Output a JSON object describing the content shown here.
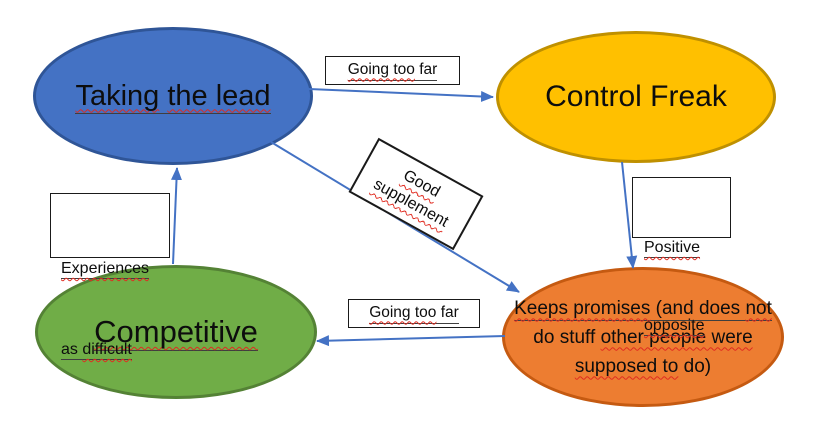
{
  "theme": {
    "background": "#ffffff",
    "arrow": "#4472c4",
    "box_background": "#ffffff",
    "box_border": "#1a1a1a",
    "squiggle": "#e02b20",
    "underline": "#3f3f3f"
  },
  "nodes": {
    "taking_the_lead": {
      "label": "Taking the lead",
      "fill": "#4472c4",
      "stroke": "#2f5597",
      "parts": [
        {
          "t": "Taking",
          "sq": true
        },
        {
          "t": " ",
          "sq": false
        },
        {
          "t": "the lead",
          "sq": true
        }
      ]
    },
    "control_freak": {
      "label": "Control Freak",
      "fill": "#ffc000",
      "stroke": "#bf9000",
      "parts": [
        {
          "t": "Control Freak",
          "sq": false
        }
      ]
    },
    "competitive": {
      "label": "Competitive",
      "fill": "#70ad47",
      "stroke": "#548235",
      "parts": [
        {
          "t": "Competitive",
          "sq": true
        }
      ]
    },
    "keeps_promises": {
      "label": "Keeps promises (and does not do stuff other people were supposed to do)",
      "fill": "#ed7d31",
      "stroke": "#c55a11",
      "lines": [
        {
          "underline": true,
          "parts": [
            {
              "t": "Keeps promises",
              "sq": true
            },
            {
              "t": " (and does ",
              "sq": false
            },
            {
              "t": "not",
              "sq": true
            }
          ]
        },
        {
          "underline": false,
          "parts": [
            {
              "t": "do stuff ",
              "sq": false
            },
            {
              "t": "other people were",
              "sq": true
            }
          ]
        },
        {
          "underline": false,
          "parts": [
            {
              "t": "supposed to",
              "sq": true
            },
            {
              "t": " do)",
              "sq": false
            }
          ]
        }
      ]
    }
  },
  "edge_labels": {
    "going_too_far_top": {
      "label": "Going too far",
      "parts": [
        {
          "t": "Going too",
          "sq": true
        },
        {
          "t": " far",
          "sq": false
        }
      ]
    },
    "positive_opposite": {
      "label": "Positive opposite",
      "lines": [
        {
          "parts": [
            {
              "t": "Positive",
              "sq": true
            }
          ]
        },
        {
          "parts": [
            {
              "t": "opposite",
              "sq": true
            }
          ]
        }
      ]
    },
    "experiences_as_difficult": {
      "label": "Experiences as difficult",
      "lines": [
        {
          "parts": [
            {
              "t": "Experiences",
              "sq": true
            }
          ]
        },
        {
          "parts": [
            {
              "t": "as ",
              "sq": false
            },
            {
              "t": "difficult",
              "sq": true
            }
          ]
        }
      ]
    },
    "going_too_far_bottom": {
      "label": "Going too far",
      "parts": [
        {
          "t": "Going too",
          "sq": true
        },
        {
          "t": " far",
          "sq": false
        }
      ]
    },
    "good_supplement": {
      "label": "Good supplement",
      "lines": [
        {
          "parts": [
            {
              "t": "Good",
              "sq": true
            }
          ]
        },
        {
          "parts": [
            {
              "t": "supplement",
              "sq": true
            }
          ]
        }
      ]
    }
  }
}
